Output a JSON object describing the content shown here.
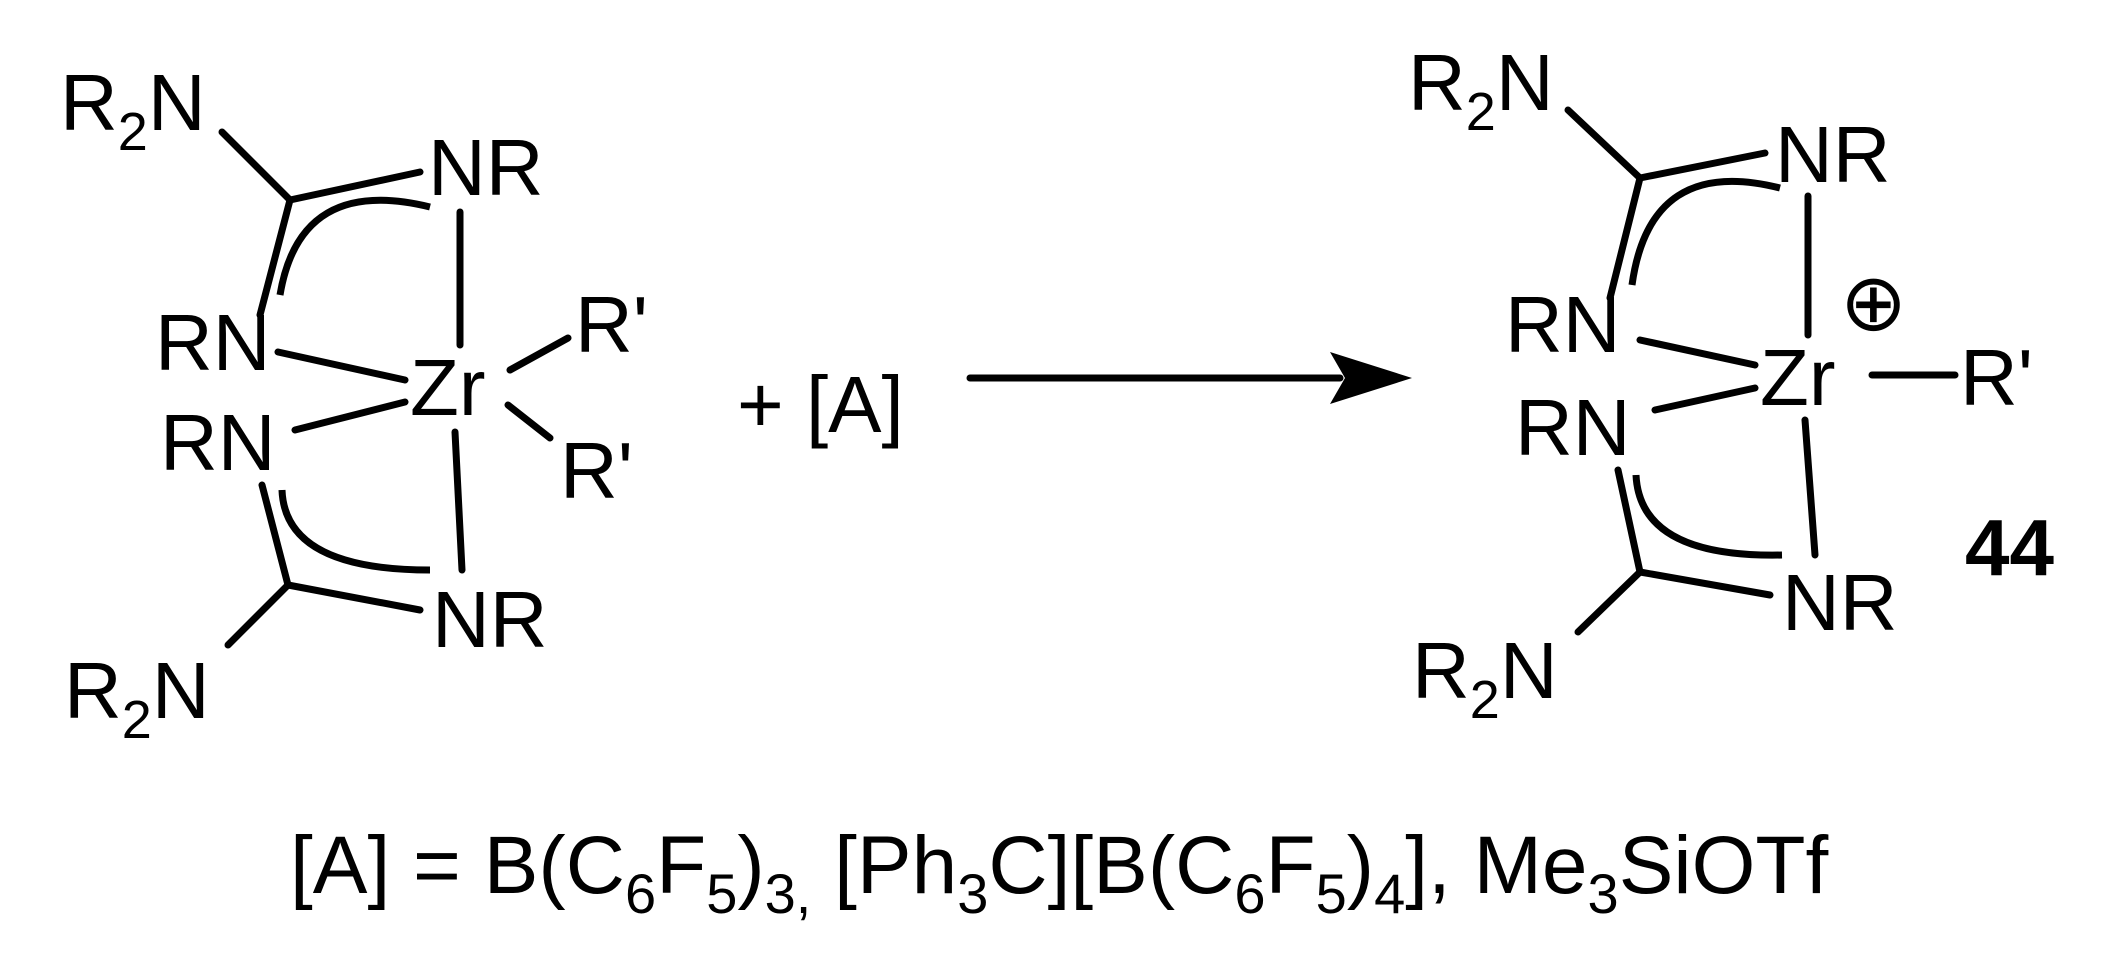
{
  "reactant": {
    "top_ligand": {
      "r2n": {
        "base": "R",
        "sub": "2",
        "tail": "N"
      },
      "nr_top": "NR",
      "rn_bottom": "RN"
    },
    "metal": "Zr",
    "r_prime_1": "R'",
    "r_prime_2": "R'",
    "bottom_ligand": {
      "rn_top": "RN",
      "nr_bottom": "NR",
      "r2n": {
        "base": "R",
        "sub": "2",
        "tail": "N"
      }
    }
  },
  "reagent": "+ [A]",
  "product": {
    "top_ligand": {
      "r2n": {
        "base": "R",
        "sub": "2",
        "tail": "N"
      },
      "nr_top": "NR",
      "rn_bottom": "RN"
    },
    "metal": "Zr",
    "charge": "⊕",
    "r_prime": "R'",
    "bottom_ligand": {
      "rn_top": "RN",
      "nr_bottom": "NR",
      "r2n": {
        "base": "R",
        "sub": "2",
        "tail": "N"
      }
    },
    "compound_number": "44"
  },
  "caption": {
    "p1": "[A] = B(C",
    "s1": "6",
    "p2": "F",
    "s2": "5",
    "p3": ")",
    "s3": "3,",
    "p4": " [Ph",
    "s4": "3",
    "p5": "C][B(C",
    "s5": "6",
    "p6": "F",
    "s6": "5",
    "p7": ")",
    "s7": "4",
    "p8": "], Me",
    "s8": "3",
    "p9": "SiOTf"
  }
}
